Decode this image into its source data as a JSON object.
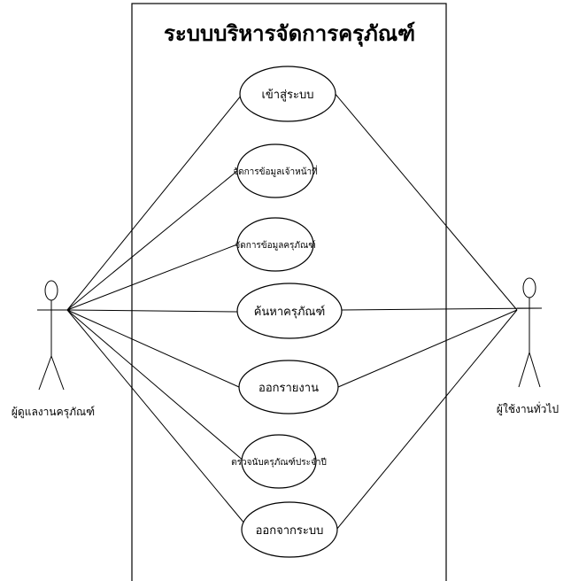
{
  "system_title": "ระบบบริหารจัดการครุภัณฑ์",
  "actors": {
    "left": {
      "label": "ผู้ดูแลงานครุภัณฑ์"
    },
    "right": {
      "label": "ผู้ใช้งานทั่วไป"
    }
  },
  "use_cases": [
    {
      "label": "เข้าสู่ระบบ"
    },
    {
      "label": "จัดการข้อมูลเจ้าหน้าที่"
    },
    {
      "label": "จัดการข้อมูลครุภัณฑ์"
    },
    {
      "label": "ค้นหาครุภัณฑ์"
    },
    {
      "label": "ออกรายงาน"
    },
    {
      "label": "ตรวจนับครุภัณฑ์ประจำปี"
    },
    {
      "label": "ออกจากระบบ"
    }
  ]
}
